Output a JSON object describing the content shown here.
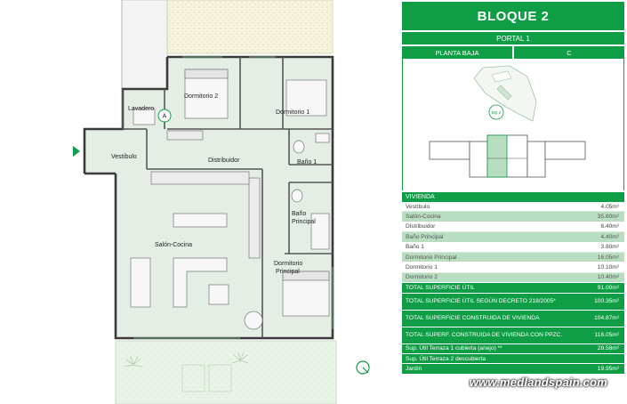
{
  "plan": {
    "rooms": {
      "dormitorio2": "Dormitorio 2",
      "lavadero": "Lavadero",
      "dormitorio1": "Dormitorio 1",
      "vestibulo": "Vestíbulo",
      "distribuidor": "Distribuidor",
      "bano1": "Baño 1",
      "bano_principal": "Baño\nPrincipal",
      "salon_cocina": "Salón-Cocina",
      "dormitorio_principal": "Dormitorio\nPrincipal"
    },
    "marker_a": "A"
  },
  "panel": {
    "title": "BLOQUE 2",
    "portal": "PORTAL 1",
    "planta": "PLANTA BAJA",
    "letra": "C",
    "bloque_badge": "BQ 2"
  },
  "table": {
    "header": "VIVIENDA",
    "rows": [
      {
        "label": "Vestíbulo",
        "value": "4.05m²",
        "style": "white"
      },
      {
        "label": "Salón-Cocina",
        "value": "35.80m²",
        "style": "light"
      },
      {
        "label": "Distribuidor",
        "value": "6.40m²",
        "style": "white"
      },
      {
        "label": "Baño Principal",
        "value": "4.40m²",
        "style": "light"
      },
      {
        "label": "Baño 1",
        "value": "3.80m²",
        "style": "white"
      },
      {
        "label": "Dormitorio Principal",
        "value": "16.05m²",
        "style": "light"
      },
      {
        "label": "Dormitorio 1",
        "value": "10.10m²",
        "style": "white"
      },
      {
        "label": "Dormitorio 2",
        "value": "10.40m²",
        "style": "light"
      },
      {
        "label": "TOTAL SUPERFICIE ÚTIL",
        "value": "91.00m²",
        "style": "dark"
      },
      {
        "label": "TOTAL SUPERFICIE ÚTIL SEGÚN DECRETO 218/2005*",
        "value": "100.35m²",
        "style": "dark tall"
      },
      {
        "label": "TOTAL SUPERFICIE CONSTRUIDA DE VIVIENDA",
        "value": "104.87m²",
        "style": "dark tall"
      },
      {
        "label": "TOTAL SUPERF. CONSTRUIDA DE VIVIENDA CON PPZC.",
        "value": "116.05m²",
        "style": "dark tall"
      },
      {
        "label": "Sup. Útil Terraza 1 cubierta (anejo) **",
        "value": "28.58m²",
        "style": "dark"
      },
      {
        "label": "Sup. Útil Terraza 2 descubierta",
        "value": "",
        "style": "dark"
      },
      {
        "label": "Jardín",
        "value": "19.95m²",
        "style": "dark"
      }
    ]
  },
  "watermark": "www.medlandspain.com",
  "colors": {
    "brand_green": "#0f9e45",
    "light_green": "#b9ddc0",
    "floor_fill": "#e4eee5",
    "wall": "#3a3a3a"
  }
}
